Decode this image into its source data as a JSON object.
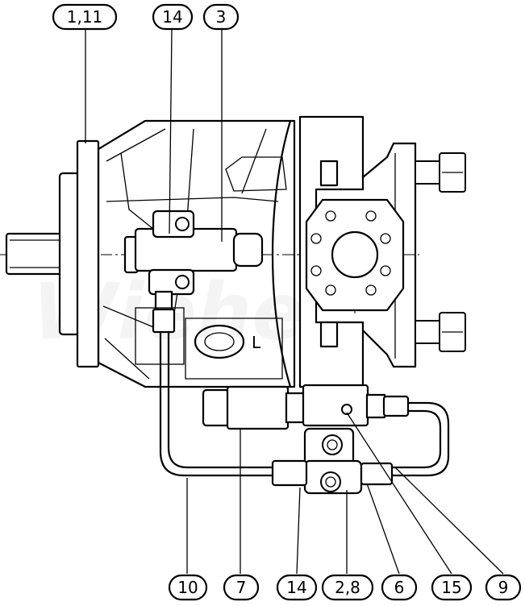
{
  "callouts": {
    "top": [
      {
        "id": "c-1-11",
        "label": "1,11"
      },
      {
        "id": "c-14-top",
        "label": "14"
      },
      {
        "id": "c-3",
        "label": "3"
      }
    ],
    "bottom": [
      {
        "id": "c-10",
        "label": "10"
      },
      {
        "id": "c-7",
        "label": "7"
      },
      {
        "id": "c-14-bottom",
        "label": "14"
      },
      {
        "id": "c-2-8",
        "label": "2,8"
      },
      {
        "id": "c-6",
        "label": "6"
      },
      {
        "id": "c-15",
        "label": "15"
      },
      {
        "id": "c-9",
        "label": "9"
      }
    ]
  },
  "port_label": "L",
  "watermark": "Wiehe"
}
